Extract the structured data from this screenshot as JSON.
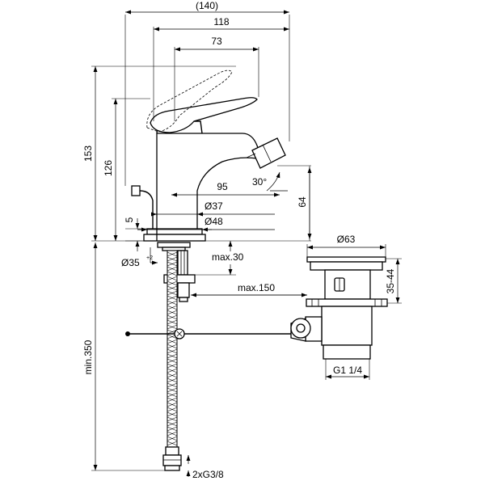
{
  "dimensions": {
    "overall_width": "(140)",
    "spout_reach": "118",
    "lever_reach": "73",
    "total_height": "153",
    "lever_height": "126",
    "spout_to_nozzle": "95",
    "nozzle_height": "64",
    "nozzle_angle": "30°",
    "body_diameter_top": "Ø37",
    "body_diameter_base": "Ø48",
    "base_plate_thickness": "5",
    "hole_diameter": "Ø35",
    "hole_tolerance": "+2",
    "max_thickness": "max.30",
    "max_rod": "max.150",
    "waste_diameter": "Ø63",
    "waste_adjust": "35-44",
    "waste_thread": "G1 1/4",
    "min_height": "min.350",
    "hose_connection": "2xG3/8"
  }
}
